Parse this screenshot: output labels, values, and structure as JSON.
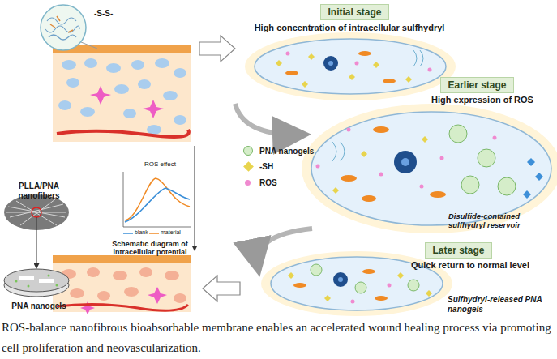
{
  "diagram": {
    "caption": "ROS-balance nanofibrous bioabsorbable membrane enables an accelerated wound healing process via promoting cell proliferation and neovascularization.",
    "nodes": [
      {
        "text": [
          "Initial stage"
        ]
      },
      {
        "text": [
          "Earlier stage"
        ]
      },
      {
        "text": [
          "Later stage"
        ]
      }
    ],
    "labels": [
      "-S-S-",
      "High concentration of intracellular sulfhydryl",
      "High expression of ROS",
      "Quick return to normal level",
      "PLLA/PNA nanofibers",
      "PNA nanogels",
      "ROS effect",
      "blank",
      "material",
      "Schematic diagram of intracellular potential",
      "Disulfide-contained sulfhydryl reservoir",
      "Sulfhydryl-released PNA nanogels"
    ],
    "legend": [
      {
        "text": "PNA nanogels",
        "color": "#d5edc9"
      },
      {
        "text": "-SH",
        "color": "#e8d44d"
      },
      {
        "text": "ROS",
        "color": "#f08ad0"
      }
    ]
  }
}
